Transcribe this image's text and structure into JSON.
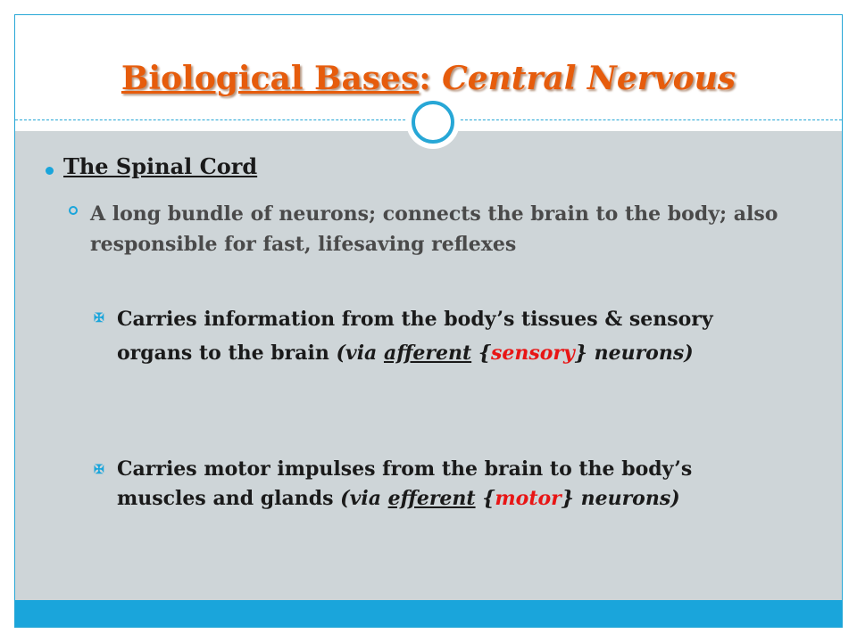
{
  "title": {
    "part1": "Biological Bases",
    "colon": ":",
    "part2": " Central Nervous"
  },
  "heading": "The Spinal Cord",
  "sub_item": "A long bundle of neurons; connects the brain to the  body; also responsible for fast, lifesaving reflexes",
  "bullet_a": {
    "text1": "Carries information from the body’s tissues & sensory organs to the brain ",
    "via_open": "(via ",
    "afferent": "afferent",
    "brace_open": " {",
    "sensory": "sensory",
    "brace_close": "} neurons)"
  },
  "bullet_b": {
    "text1": "Carries motor impulses from the brain to the body’s muscles and glands ",
    "via_open": "(via ",
    "efferent": "efferent",
    "brace_open": " {",
    "motor": "motor",
    "brace_close": "} neurons)"
  },
  "colors": {
    "title": "#e65c0c",
    "accent": "#1aa5db",
    "highlight": "#e81515",
    "panel": "#ced5d8"
  },
  "icons": {
    "level1": "filled-circle",
    "level2": "hollow-circle",
    "level3": "pinwheel-bullet"
  }
}
